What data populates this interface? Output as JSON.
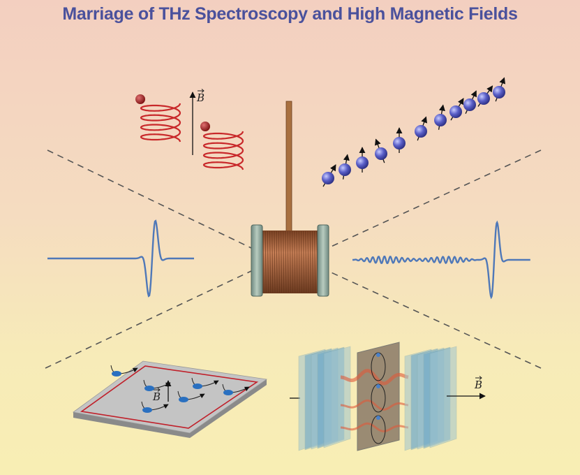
{
  "title": "Marriage of THz Spectroscopy and High Magnetic Fields",
  "labels": {
    "field_top": "B",
    "field_plate": "B",
    "field_right": "B"
  },
  "colors": {
    "title": "#4a519c",
    "wave": "#4f78b8",
    "coil": "#a0603a",
    "spin": "#5a5fc8",
    "edge_current": "#c0202a"
  }
}
